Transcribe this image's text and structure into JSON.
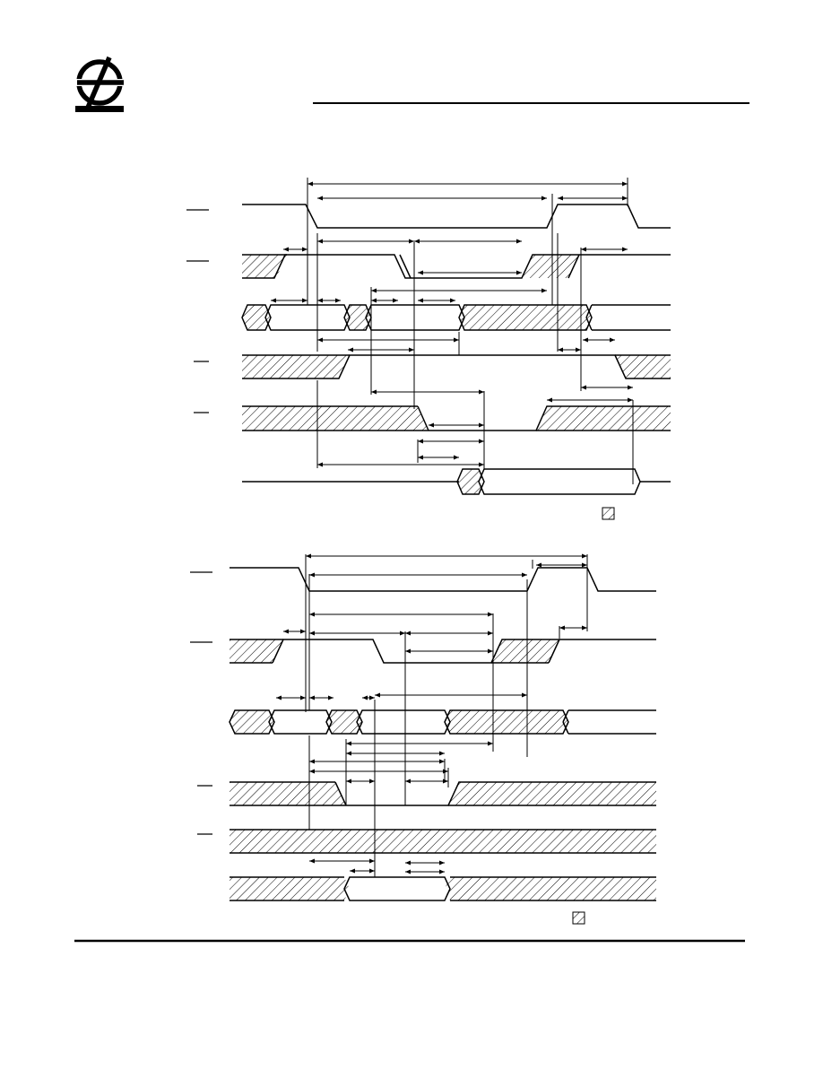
{
  "document": {
    "logo": "company-logo",
    "colors": {
      "ink": "#000000",
      "paper": "#ffffff"
    }
  },
  "diagrams": [
    {
      "id": "timing-diagram-1",
      "signals": [
        "signal-1",
        "signal-2",
        "signal-3",
        "signal-4",
        "signal-5",
        "signal-6"
      ],
      "legend": "hatched-square"
    },
    {
      "id": "timing-diagram-2",
      "signals": [
        "signal-1",
        "signal-2",
        "signal-3",
        "signal-4",
        "signal-5",
        "signal-6"
      ],
      "legend": "hatched-square"
    }
  ]
}
